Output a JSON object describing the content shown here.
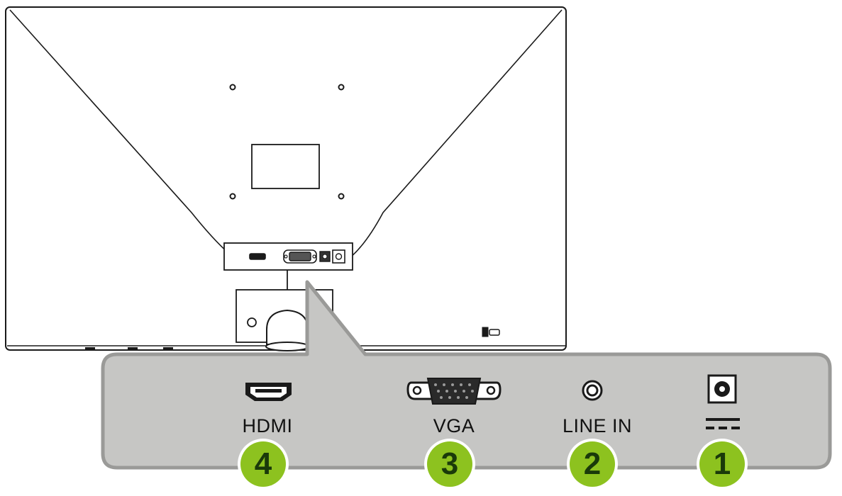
{
  "ports": [
    {
      "id": "hdmi",
      "label": "HDMI",
      "number": "4"
    },
    {
      "id": "vga",
      "label": "VGA",
      "number": "3"
    },
    {
      "id": "line-in",
      "label": "LINE IN",
      "number": "2"
    },
    {
      "id": "dc-power",
      "label": "",
      "number": "1"
    }
  ],
  "colors": {
    "callout_fill": "#c6c6c4",
    "callout_stroke": "#9a9a98",
    "badge_fill": "#8dc21f",
    "badge_text": "#1a3a0a",
    "line": "#1a1a1a"
  }
}
